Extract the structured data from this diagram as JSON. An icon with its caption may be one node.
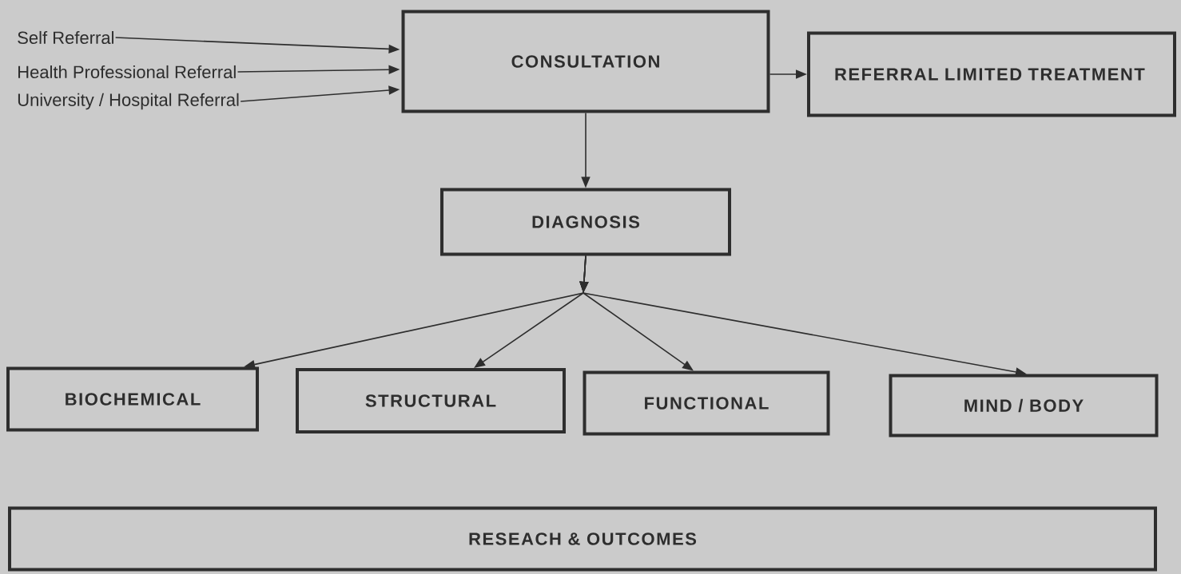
{
  "diagram": {
    "nodes": [
      {
        "text": [
          "Self Referral"
        ]
      },
      {
        "text": [
          "Health Professional Referral"
        ]
      },
      {
        "text": [
          "University / Hospital Referral"
        ]
      },
      {
        "text": [
          "CONSULTATION"
        ]
      },
      {
        "text": [
          "REFERRAL LIMITED TREATMENT"
        ]
      },
      {
        "text": [
          "DIAGNOSIS"
        ]
      },
      {
        "text": [
          "BIOCHEMICAL"
        ]
      },
      {
        "text": [
          "STRUCTURAL"
        ]
      },
      {
        "text": [
          "FUNCTIONAL"
        ]
      },
      {
        "text": [
          "MIND / BODY"
        ]
      },
      {
        "text": [
          "RESEACH & OUTCOMES"
        ]
      }
    ],
    "edges": [
      {
        "from": 0,
        "to": 3,
        "arrow": "to"
      },
      {
        "from": 1,
        "to": 3,
        "arrow": "to"
      },
      {
        "from": 2,
        "to": 3,
        "arrow": "to"
      },
      {
        "from": 3,
        "to": 4,
        "arrow": "to"
      },
      {
        "from": 3,
        "to": 5,
        "arrow": "to"
      },
      {
        "from": 5,
        "to": 6,
        "arrow": "to"
      },
      {
        "from": 5,
        "to": 7,
        "arrow": "to"
      },
      {
        "from": 5,
        "to": 8,
        "arrow": "to"
      },
      {
        "from": 5,
        "to": 9,
        "arrow": "to"
      }
    ]
  }
}
